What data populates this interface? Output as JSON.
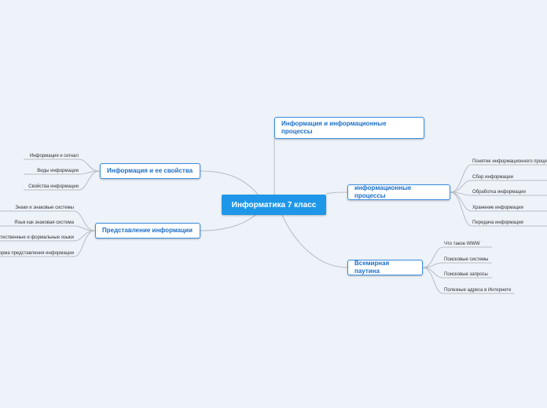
{
  "root": "Информатика 7 класс",
  "branches": [
    {
      "label": "Информация и ее свойства",
      "children": [
        "Информация и сигнал",
        "Виды информации",
        "Свойства информации"
      ]
    },
    {
      "label": "Представление информации",
      "children": [
        "Знаки и знаковые системы",
        "Язык как знаковая система",
        "Естественные и формальные языки",
        "Форма представления информации"
      ]
    },
    {
      "label": "Информация и информационные процессы",
      "children": []
    },
    {
      "label": "информационные процессы",
      "children": [
        "Понятие информационного процесса",
        "Сбор информации",
        "Обработка информации",
        "Хранение информации",
        "Передача информации"
      ]
    },
    {
      "label": "Всемирная паутина",
      "children": [
        "Что такое WWW",
        "Поисковые системы",
        "Поисковые запросы",
        "Полезные адреса в Интернете"
      ]
    }
  ],
  "colors": {
    "root": "#1f97e8",
    "branch_border": "#3a8ee0",
    "branch_text": "#1c6fc8",
    "link": "#b8bcc4",
    "background": "#eef2f9"
  }
}
